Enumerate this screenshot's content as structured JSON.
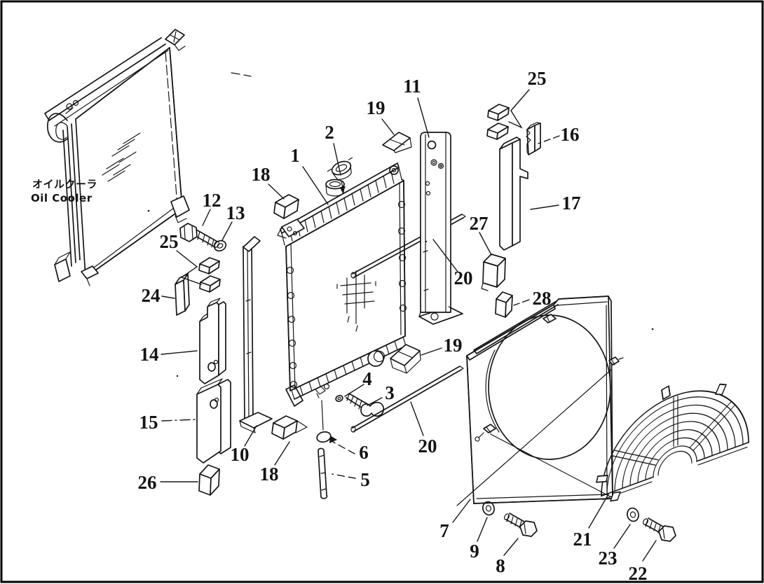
{
  "diagram": {
    "oil_cooler_label_jp": "オイルクーラ",
    "oil_cooler_label_en": "Oil  Cooler"
  },
  "style": {
    "line_color": "#161616",
    "background": "#ffffff"
  },
  "callouts": [
    {
      "part": "1"
    },
    {
      "part": "2"
    },
    {
      "part": "3"
    },
    {
      "part": "4"
    },
    {
      "part": "5"
    },
    {
      "part": "6"
    },
    {
      "part": "7"
    },
    {
      "part": "8"
    },
    {
      "part": "9"
    },
    {
      "part": "10"
    },
    {
      "part": "11"
    },
    {
      "part": "12"
    },
    {
      "part": "13"
    },
    {
      "part": "14"
    },
    {
      "part": "15"
    },
    {
      "part": "16"
    },
    {
      "part": "17"
    },
    {
      "part": "18"
    },
    {
      "part": "18"
    },
    {
      "part": "19"
    },
    {
      "part": "19"
    },
    {
      "part": "20"
    },
    {
      "part": "20"
    },
    {
      "part": "21"
    },
    {
      "part": "22"
    },
    {
      "part": "23"
    },
    {
      "part": "24"
    },
    {
      "part": "25"
    },
    {
      "part": "25"
    },
    {
      "part": "26"
    },
    {
      "part": "27"
    },
    {
      "part": "28"
    }
  ]
}
